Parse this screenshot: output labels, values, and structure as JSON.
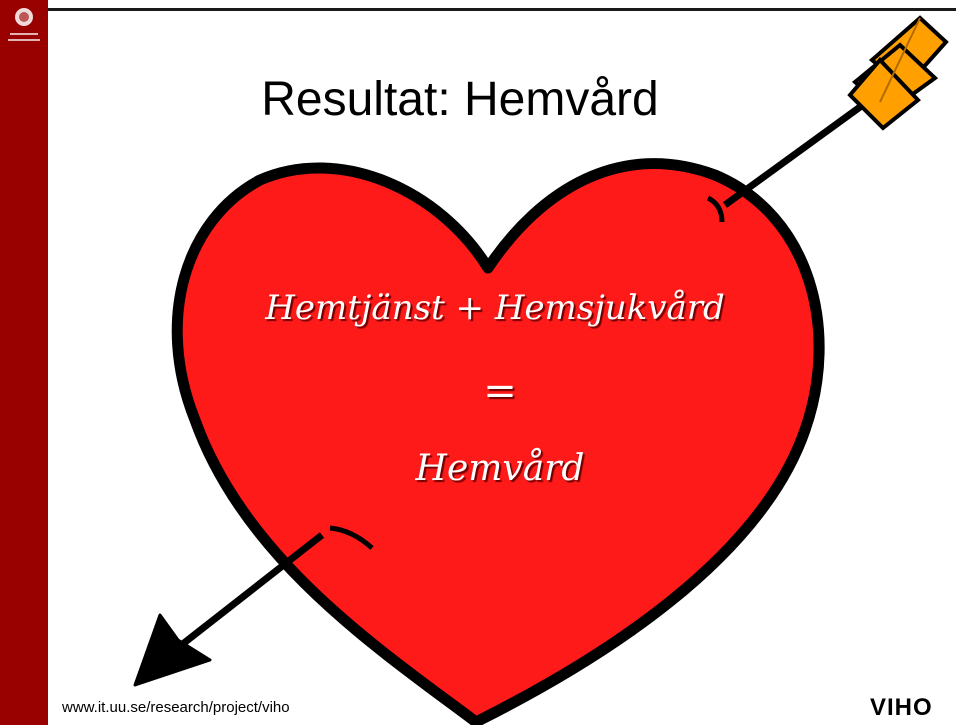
{
  "slide": {
    "title": "Resultat: Hemvård",
    "equation": {
      "line1": "Hemtjänst + Hemsjukvård",
      "operator": "=",
      "line2": "Hemvård"
    },
    "footer": {
      "url": "www.it.uu.se/research/project/viho",
      "brand": "VIHO"
    },
    "colors": {
      "sidebar": "#990000",
      "heart": "#ff1a1a",
      "arrow_fletching": "#ffa000",
      "text": "#ffffff"
    },
    "icons": {
      "logo": "university-seal-icon",
      "heart": "heart-icon",
      "arrow": "arrow-icon"
    }
  }
}
